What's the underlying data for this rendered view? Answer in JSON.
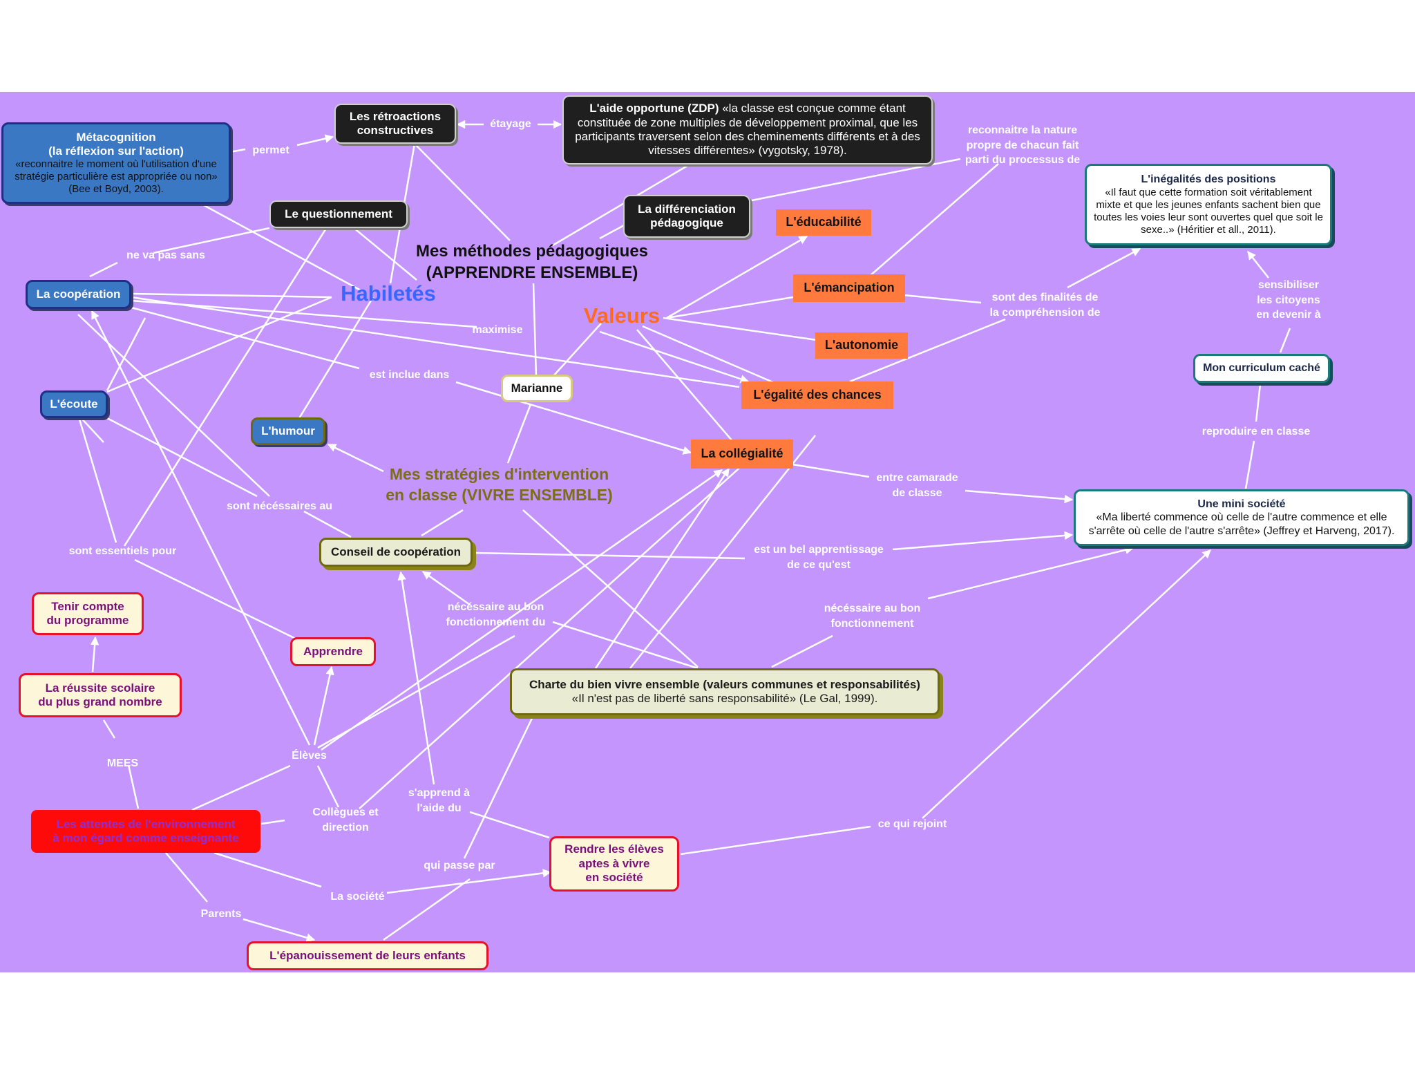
{
  "colors": {
    "background": "#c495fd",
    "link": "#ffffff",
    "habiletes": "#3866ff",
    "valeurs": "#ff6a1f",
    "strategies": "#7a6e16",
    "expectations_box": "#ff0a0a",
    "expectations_text": "#8e2fd6"
  },
  "titles": {
    "methodes": "Mes méthodes pédagogiques\n(APPRENDRE ENSEMBLE)",
    "habiletes": "Habiletés",
    "valeurs": "Valeurs",
    "strategies": "Mes stratégies d'intervention\nen classe (VIVRE ENSEMBLE)"
  },
  "nodes": {
    "metacognition_title": "Métacognition\n(la réflexion sur l'action)",
    "metacognition_body": "«reconnaitre le moment où l'utilisation d'une stratégie particulière est appropriée ou non» (Bee et Boyd, 2003).",
    "retroactions": "Les rétroactions\nconstructives",
    "aide_title": "L'aide opportune (ZDP)",
    "aide_body": "«la classe est conçue comme étant constituée de zone multiples de développement proximal, que les participants traversent selon des cheminements différents et à des vitesses différentes» (vygotsky, 1978).",
    "questionnement": "Le questionnement",
    "differenciation": "La différenciation\npédagogique",
    "educabilite": "L'éducabilité",
    "emancipation": "L'émancipation",
    "autonomie": "L'autonomie",
    "egalite": "L'égalité des chances",
    "collegialite": "La collégialité",
    "cooperation": "La coopération",
    "ecoute": "L'écoute",
    "humour": "L'humour",
    "marianne": "Marianne",
    "conseil": "Conseil de coopération",
    "inegalites_title": "L'inégalités des positions",
    "inegalites_body": "«Il faut que cette formation soit véritablement mixte et que les jeunes enfants sachent bien que toutes les voies leur sont ouvertes quel que soit le sexe..» (Héritier et all., 2011).",
    "curriculum": "Mon curriculum caché",
    "mini_societe_title": "Une mini société",
    "mini_societe_body": "«Ma liberté commence où celle de l'autre commence et elle s'arrête où celle de l'autre s'arrête» (Jeffrey et Harveng, 2017).",
    "tenir_compte": "Tenir compte\ndu programme",
    "apprendre": "Apprendre",
    "reussite": "La réussite scolaire\ndu plus grand nombre",
    "charte_title": "Charte du bien vivre ensemble (valeurs communes et responsabilités)",
    "charte_body": "«Il n'est pas de liberté sans responsabilité» (Le Gal, 1999).",
    "attentes": "Les attentes de l'environnement\nà mon égard comme enseignante",
    "rendre": "Rendre les élèves\naptes à vivre\nen société",
    "epanouissement": "L'épanouissement de leurs enfants"
  },
  "labels": {
    "permet": "permet",
    "etayage": "étayage",
    "ne_va_pas_sans": "ne va pas sans",
    "maximise": "maximise",
    "est_inclue_dans": "est inclue dans",
    "reconnaitre": "reconnaitre la nature\npropre de chacun fait\nparti du processus de",
    "sont_des_finalites": "sont des finalités de\nla compréhension de",
    "sensibiliser": "sensibiliser\nles citoyens\nen devenir à",
    "reproduire": "reproduire en classe",
    "entre_camarade": "entre camarade\nde classe",
    "sont_necessaires": "sont nécéssaires au",
    "sont_essentiels": "sont essentiels pour",
    "bel_apprentissage": "est un bel apprentissage\nde ce qu'est",
    "necessaire_bon_du": "nécéssaire au bon\nfonctionnement du",
    "necessaire_bon": "nécéssaire au bon\nfonctionnement",
    "eleves": "Élèves",
    "mees": "MEES",
    "collegues": "Collègues et\ndirection",
    "sapprend": "s'apprend à\nl'aide du",
    "qui_passe_par": "qui passe par",
    "ce_qui_rejoint": "ce qui rejoint",
    "la_societe": "La société",
    "parents": "Parents"
  }
}
